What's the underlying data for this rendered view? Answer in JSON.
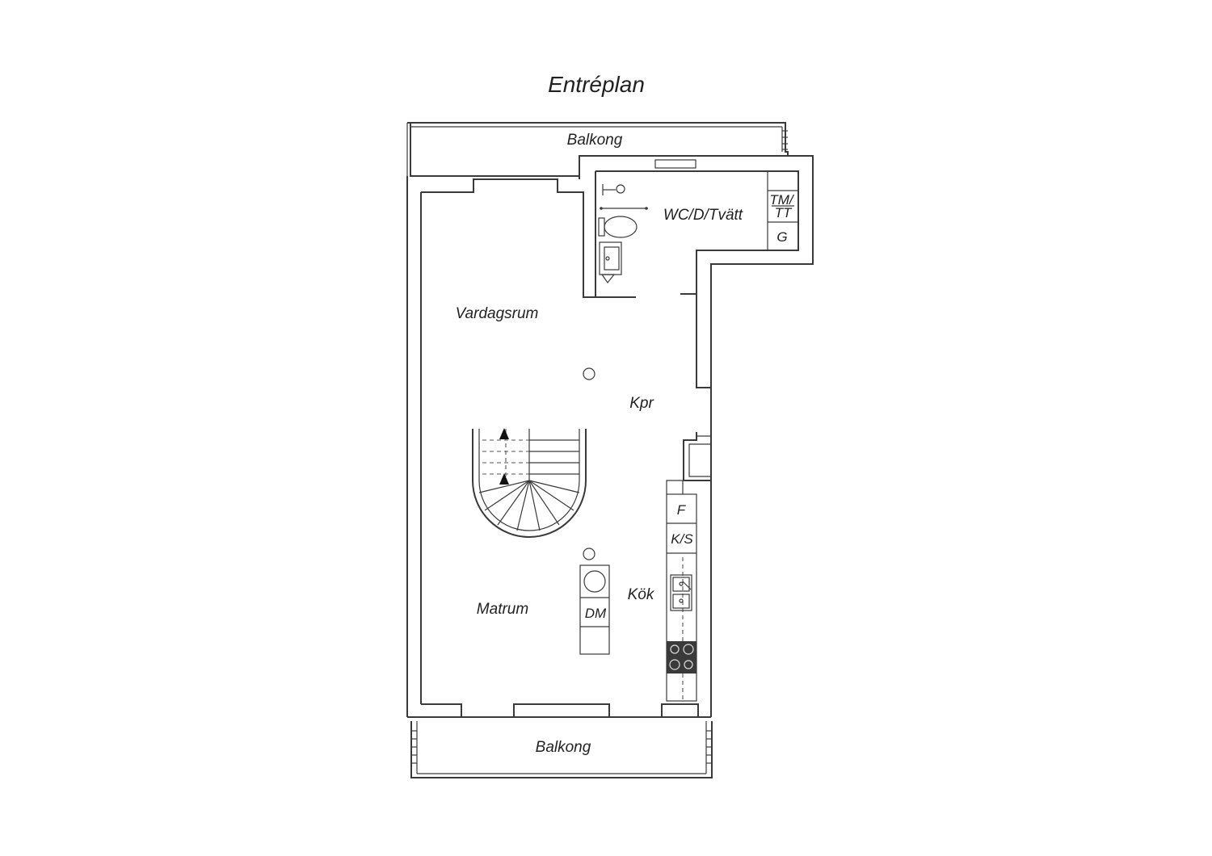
{
  "title": "Entréplan",
  "rooms": {
    "balcony_top": "Balkong",
    "balcony_bottom": "Balkong",
    "wc": "WC/D/Tvätt",
    "living": "Vardagsrum",
    "hall": "Kpr",
    "dining": "Matrum",
    "kitchen": "Kök"
  },
  "fixtures": {
    "tm_tt_top": "TM/",
    "tm_tt_bottom": "TT",
    "g": "G",
    "f": "F",
    "ks": "K/S",
    "dm": "DM"
  },
  "colors": {
    "line": "#3a3a3a",
    "text": "#222222",
    "stove": "#3a3a3a"
  }
}
